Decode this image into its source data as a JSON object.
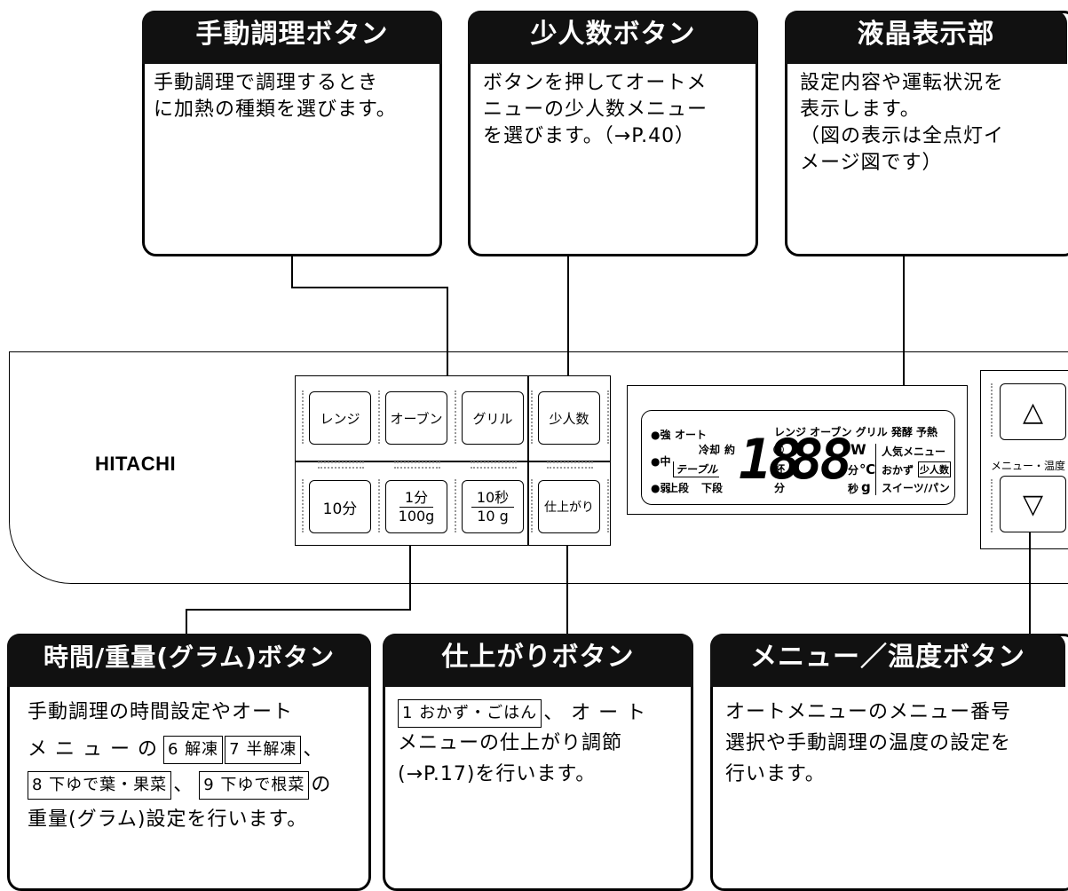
{
  "callouts": {
    "manual": {
      "title": "手動調理ボタン",
      "lines": [
        "手動調理で調理するとき",
        "に加熱の種類を選びます。"
      ]
    },
    "small": {
      "title": "少人数ボタン",
      "lines": [
        "ボタンを押してオートメ",
        "ニューの少人数メニュー",
        "を選びます。（→P.40）"
      ]
    },
    "lcd": {
      "title": "液晶表示部",
      "lines": [
        "設定内容や運転状況を",
        "表示します。",
        "（図の表示は全点灯イ",
        "メージ図です）"
      ]
    },
    "time": {
      "title": "時間/重量(グラム)ボタン",
      "line1": "手動調理の時間設定やオート",
      "line2_prefix": "メ ニ ュ ー の",
      "ref_6": "6 解凍",
      "ref_7": "7 半解凍",
      "sep": "、",
      "ref_8": "8 下ゆで葉・果菜",
      "sep2": "、",
      "ref_9": "9 下ゆで根菜",
      "line3_suffix": "の",
      "line4": "重量(グラム)設定を行います。"
    },
    "finish": {
      "title": "仕上がりボタン",
      "ref_1": "1 おかず・ごはん",
      "line1_suffix": "、 オ ー ト",
      "line2": "メニューの仕上がり調節",
      "line3": "(→P.17)を行います。"
    },
    "menu": {
      "title": "メニュー／温度ボタン",
      "lines": [
        "オートメニューのメニュー番号",
        "選択や手動調理の温度の設定を",
        "行います。"
      ]
    }
  },
  "panel": {
    "brand": "HITACHI",
    "buttons": {
      "range": "レンジ",
      "oven": "オーブン",
      "grill": "グリル",
      "small": "少人数",
      "min10": "10分",
      "min1_top": "1分",
      "min1_bottom": "100g",
      "sec10_top": "10秒",
      "sec10_bottom": "10 g",
      "finish": "仕上がり"
    },
    "menu_label": "メニュー・温度",
    "up_symbol": "△",
    "down_symbol": "▽"
  },
  "lcd": {
    "strong": "●強",
    "auto": "オート",
    "mid": "●中",
    "weak": "●弱",
    "modes": "レンジ オーブン グリル 発酵 予熱",
    "cool": "冷却",
    "approx": "約",
    "table": "テーブル",
    "upper": "上段",
    "lower": "下段",
    "digits1": "18",
    "digits2": "88",
    "cup": "杯",
    "min": "分",
    "maru": "㊣",
    "w": "W",
    "fen": "分",
    "celsius": "℃",
    "byo": "秒",
    "g": "g",
    "popular": "人気メニュー",
    "okazu": "おかず",
    "small": "少人数",
    "sweets": "スイーツ/パン"
  }
}
